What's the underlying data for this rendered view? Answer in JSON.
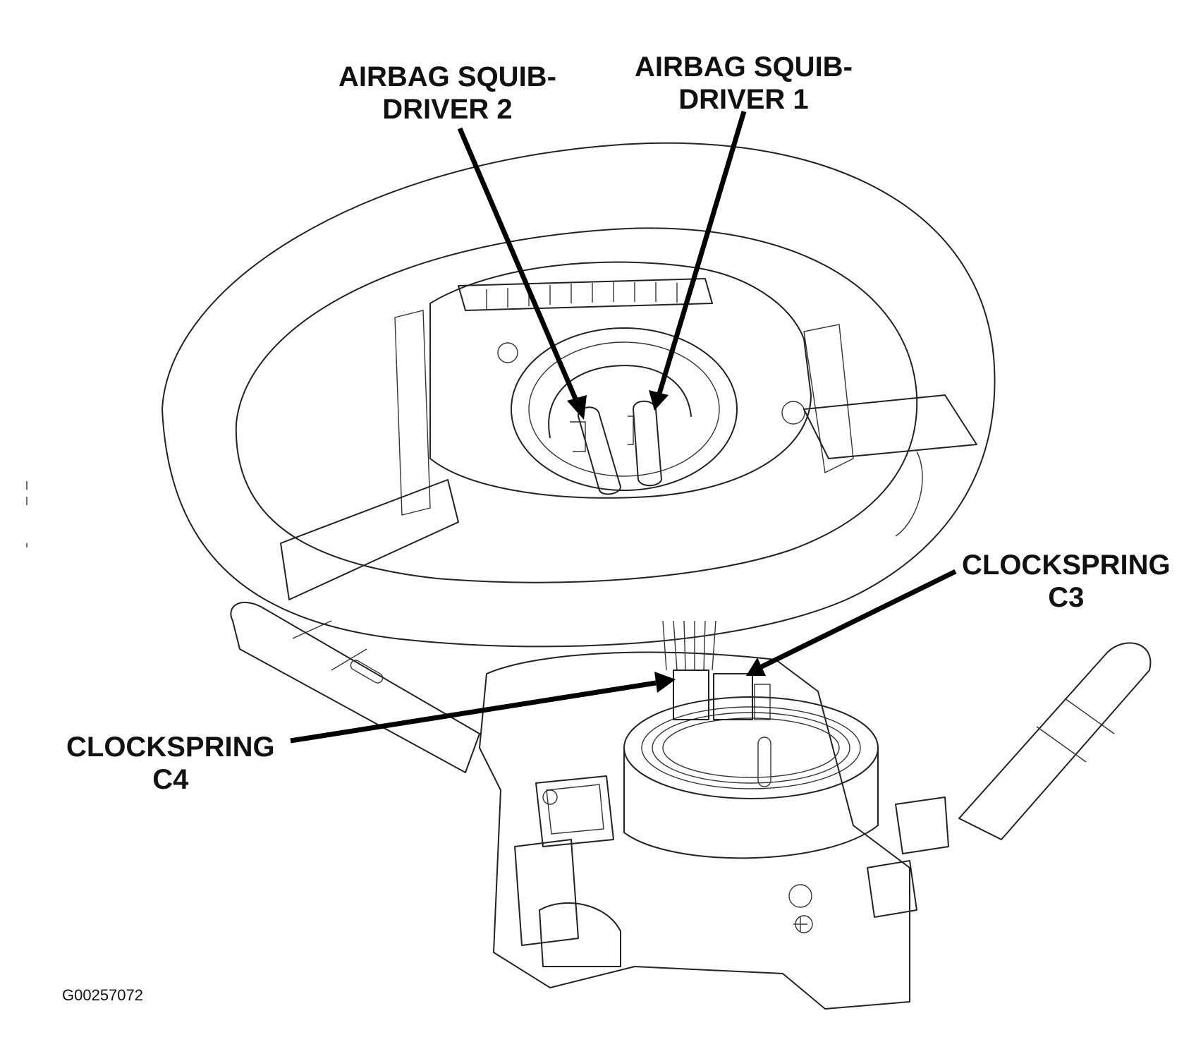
{
  "labels": {
    "squib2_line1": "AIRBAG SQUIB-",
    "squib2_line2": "DRIVER 2",
    "squib1_line1": "AIRBAG SQUIB-",
    "squib1_line2": "DRIVER 1",
    "c3_line1": "CLOCKSPRING",
    "c3_line2": "C3",
    "c4_line1": "CLOCKSPRING",
    "c4_line2": "C4"
  },
  "figure_code": "G00257072"
}
